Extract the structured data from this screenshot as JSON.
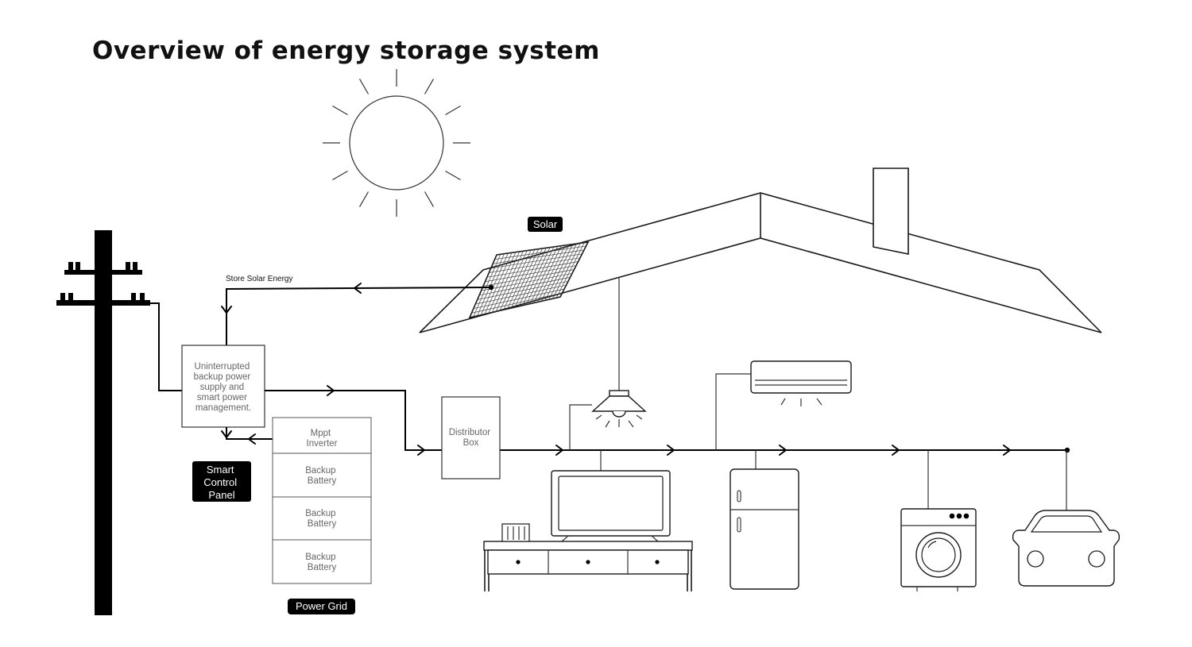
{
  "title": "Overview of energy storage system",
  "labels": {
    "solar": "Solar",
    "store_solar_energy": "Store Solar Energy",
    "ups_box": [
      "Uninterrupted",
      "backup power",
      "supply and",
      "smart power",
      "management."
    ],
    "smart_control_panel": [
      "Smart",
      "Control",
      "Panel"
    ],
    "power_grid": "Power Grid",
    "distributor_box": [
      "Distributor",
      "Box"
    ],
    "battery_stack": [
      [
        "Mppt",
        "Inverter"
      ],
      [
        "Backup",
        "Battery"
      ],
      [
        "Backup",
        "Battery"
      ],
      [
        "Backup",
        "Battery"
      ]
    ]
  },
  "colors": {
    "line": "#1a1a1a",
    "label_bg": "#000000",
    "label_text": "#ffffff",
    "box_text": "#666666"
  },
  "icons": [
    "sun-icon",
    "utility-pole-icon",
    "house-roof-icon",
    "solar-panel-icon",
    "chimney-icon",
    "ceiling-lamp-icon",
    "air-conditioner-icon",
    "tv-icon",
    "tv-cabinet-icon",
    "refrigerator-icon",
    "washing-machine-icon",
    "car-icon"
  ]
}
